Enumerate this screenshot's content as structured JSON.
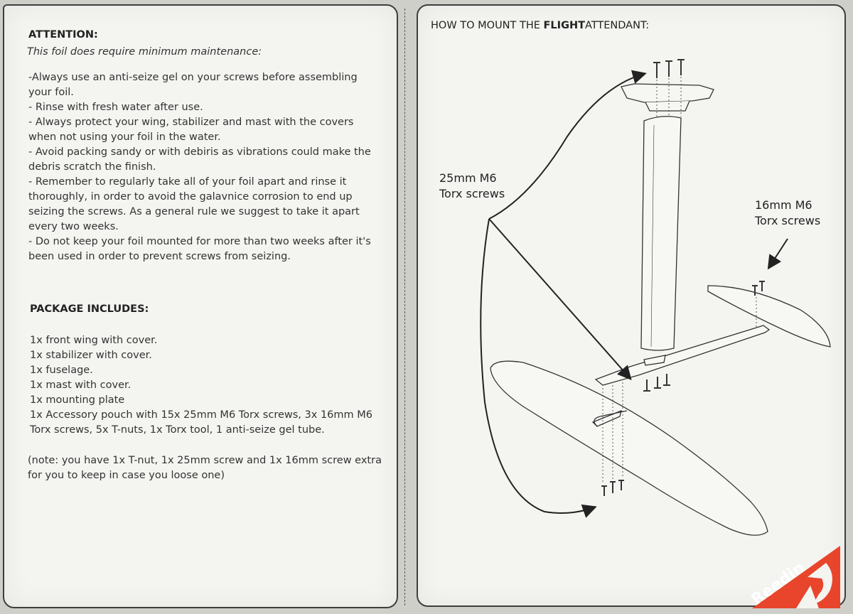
{
  "left": {
    "attention_heading": "ATTENTION:",
    "attention_intro": "This foil does require minimum maintenance:",
    "maintenance_lines": [
      "-Always use an anti-seize gel on your screws before assembling",
      "your foil.",
      "- Rinse with fresh water after use.",
      "- Always protect your wing, stabilizer and mast with the covers",
      "when not using your foil in the water.",
      "- Avoid packing sandy or with debiris as vibrations could make the",
      "debris scratch the finish.",
      "- Remember to regularly take all of your foil apart and rinse it",
      "thoroughly, in order to avoid the galavnice corrosion to end up",
      "seizing the screws. As a general rule we suggest to take it apart",
      "every two weeks.",
      "- Do not keep your foil mounted for more than two weeks after it's",
      "been used in order to prevent screws from seizing."
    ],
    "package_heading": "PACKAGE INCLUDES:",
    "package_lines": [
      "1x front wing with cover.",
      "1x stabilizer with cover.",
      "1x fuselage.",
      "1x mast with cover.",
      "1x mounting plate",
      "1x Accessory pouch with 15x 25mm M6 Torx screws, 3x 16mm M6",
      "Torx screws, 5x T-nuts, 1x Torx tool, 1 anti-seize gel tube."
    ],
    "note_lines": [
      "(note: you have 1x T-nut, 1x 25mm screw and 1x 16mm screw extra",
      "for you to keep in case you loose one)"
    ]
  },
  "right": {
    "title_prefix": "HOW TO MOUNT THE ",
    "title_bold": "FLIGHT",
    "title_suffix": "ATTENDANT:",
    "callout_25": [
      "25mm M6",
      "Torx screws"
    ],
    "callout_16": [
      "16mm M6",
      "Torx screws"
    ],
    "brand": "Reedin"
  },
  "colors": {
    "brand_red": "#e8452c",
    "ink": "#222222",
    "paper": "#f4f4f1"
  },
  "icons": {
    "logo": "reedin-logo"
  }
}
